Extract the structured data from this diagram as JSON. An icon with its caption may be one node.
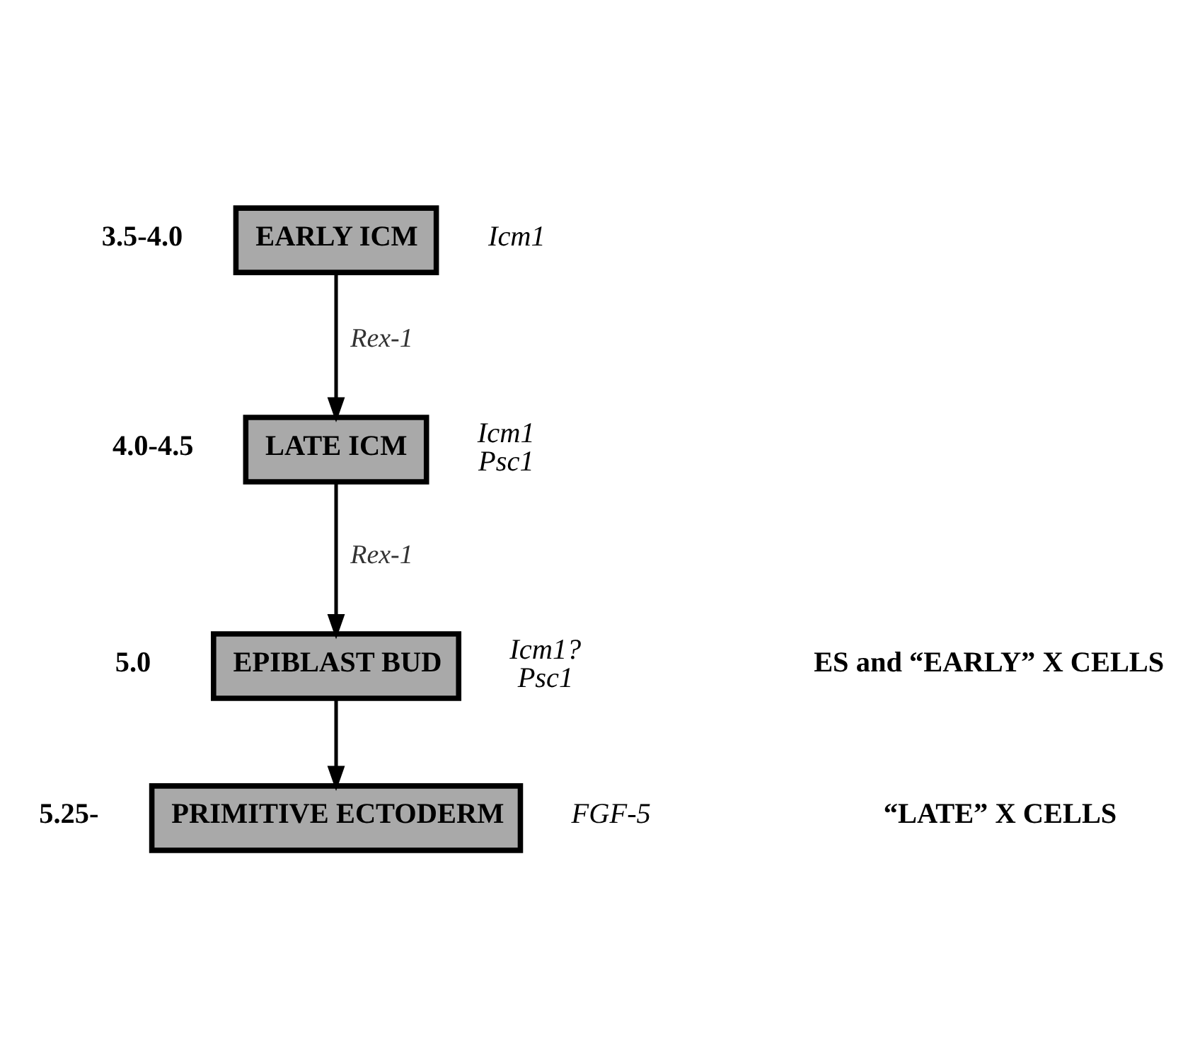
{
  "diagram": {
    "nodes": [
      {
        "text": [
          "EARLY ICM"
        ],
        "beside": [
          "3.5-4.0",
          "Icm1"
        ]
      },
      {
        "text": [
          "LATE ICM"
        ],
        "beside": [
          "4.0-4.5",
          "Icm1 Psc1"
        ]
      },
      {
        "text": [
          "EPIBLAST BUD"
        ],
        "beside": [
          "5.0",
          "Icm1? Psc1"
        ]
      },
      {
        "text": [
          "PRIMITIVE ECTODERM"
        ],
        "beside": [
          "5.25-",
          "FGF-5"
        ]
      }
    ],
    "edges": [
      {
        "from": 0,
        "to": 1,
        "arrow": "to",
        "label": "Rex-1"
      },
      {
        "from": 1,
        "to": 2,
        "arrow": "to",
        "label": "Rex-1"
      },
      {
        "from": 2,
        "to": 3,
        "arrow": "to"
      }
    ],
    "labels": [
      "ES and “EARLY” X CELLS",
      "“LATE” X CELLS"
    ]
  }
}
